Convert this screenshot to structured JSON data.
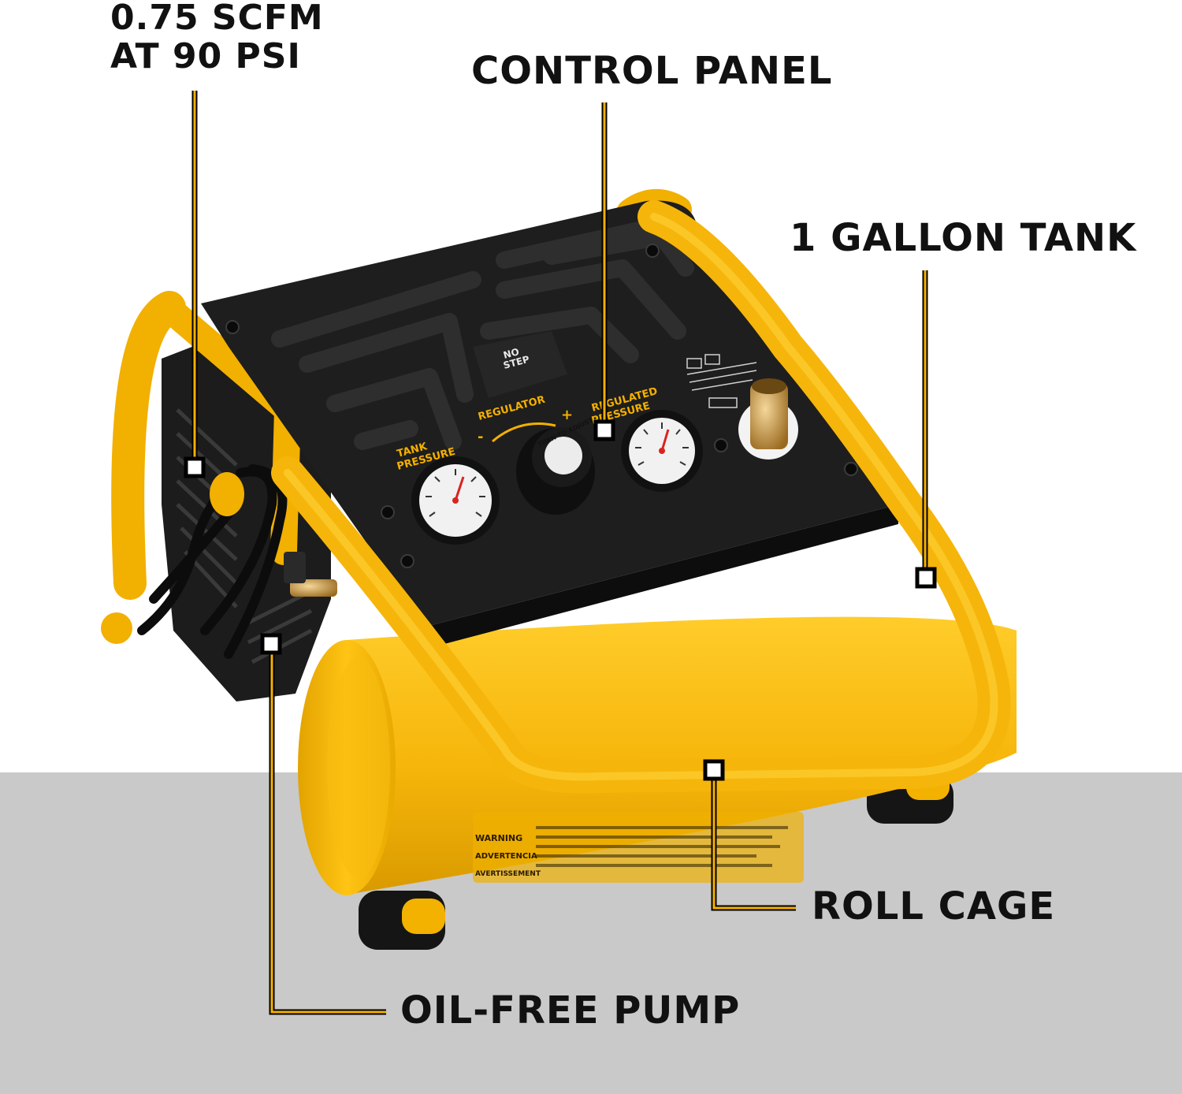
{
  "callouts": {
    "scfm_line1": "0.75 SCFM",
    "scfm_line2": "AT 90 PSI",
    "control_panel": "CONTROL PANEL",
    "tank": "1 GALLON TANK",
    "roll_cage": "ROLL CAGE",
    "pump": "OIL-FREE PUMP"
  },
  "product_labels": {
    "no_step_1": "NO",
    "no_step_2": "STEP",
    "tank_pressure_1": "TANK",
    "tank_pressure_2": "PRESSURE",
    "regulated_pressure_1": "REGULATED",
    "regulated_pressure_2": "PRESSURE",
    "regulator": "REGULATOR",
    "minus": "-",
    "plus": "+",
    "knob_text": "TURN TO ADJUST",
    "warning": "WARNING",
    "advertencia": "ADVERTENCIA",
    "avertissement": "AVERTISSEMENT"
  },
  "colors": {
    "accent": "#f4b000",
    "cage": "#f6b50a",
    "panel": "#1e1e1e",
    "floor": "#c9c9c9",
    "leader": "#000000"
  }
}
